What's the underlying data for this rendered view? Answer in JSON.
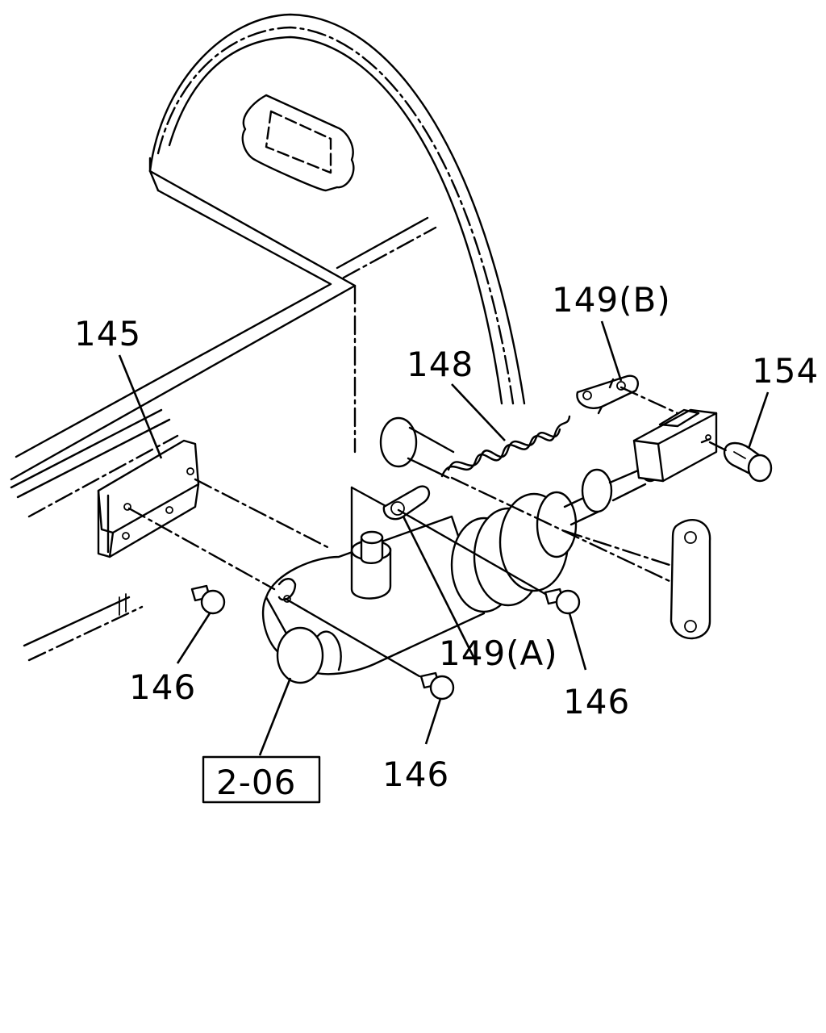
{
  "diagram": {
    "labels": {
      "p145": "145",
      "p146a": "146",
      "p146b": "146",
      "p146c": "146",
      "p148": "148",
      "p149a": "149(A)",
      "p149b": "149(B)",
      "p154": "154",
      "ref": "2-06"
    }
  }
}
